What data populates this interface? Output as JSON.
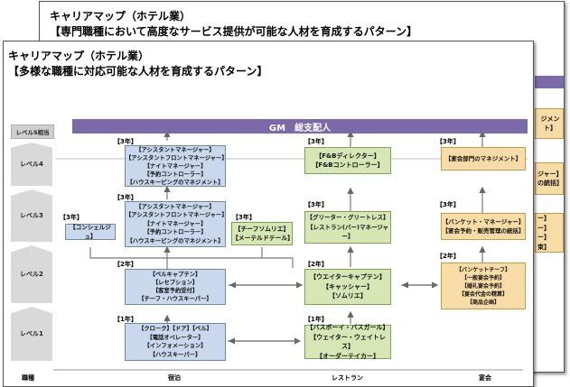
{
  "back_slide": {
    "title": "キャリアマップ（ホテル業）",
    "subtitle": "【専門職種において高度なサービス提供が可能な人材を育成するパターン】",
    "visible_fragments": [
      "ジメント】",
      "ジャー】",
      "の統括】",
      "ー】",
      "ー】",
      "ー】",
      "束】"
    ]
  },
  "front_slide": {
    "title": "キャリアマップ（ホテル業）",
    "subtitle": "【多様な職種に対応可能な人材を育成するパターン】",
    "gm_bar": "GM　総支配人",
    "levels": [
      "レベル5相当",
      "レベル4",
      "レベル3",
      "レベル2",
      "レベル1"
    ],
    "axis": {
      "label": "職種",
      "columns": [
        "宿泊",
        "レストラン",
        "宴会"
      ]
    },
    "years": {
      "lodging_l4": "【3年】",
      "lodging_l3": "【3年】",
      "concierge": "【3年】",
      "lodging_l2": "【2年】",
      "lodging_l1": "【1年】",
      "sommelier": "【3年】",
      "rest_l4": "【3年】",
      "rest_l3": "【3年】",
      "rest_l2": "【2年】",
      "rest_l1": "【1年】",
      "banquet_l4": "【3年】",
      "banquet_l3": "【3年】",
      "banquet_l2": "【2年】"
    },
    "boxes": {
      "lodging_l4": [
        "【アシスタントマネージャー】",
        "【アシスタントフロントマネージャー】",
        "【ナイトマネージャー】",
        "【予約コントローラー】",
        "【ハウスキーピングのマネジメント】"
      ],
      "lodging_l3": [
        "【アシスタントマネージャー】",
        "【アシスタントフロントマネージャー】",
        "【ナイトマネージャー】",
        "【予約コントローラー】",
        "【ハウスキーピングのマネジメント】"
      ],
      "concierge": [
        "【コンシェルジュ】"
      ],
      "lodging_l2": [
        "【ベルキャプテン】",
        "【レセプション】",
        "【客室予約受付】",
        "【チーフ・ハウスキーパー】"
      ],
      "lodging_l1": [
        "【クローク】【ドア】【ベル】",
        "【電話オペレーター】",
        "【インフォメーション】",
        "【ハウスキーパー】"
      ],
      "sommelier": [
        "【チーフソムリエ】",
        "【メーテルドテール】"
      ],
      "rest_l4": [
        "【F&Bディレクター】",
        "【F&Bコントローラー】"
      ],
      "rest_l3": [
        "【グリーター・グリートレス】",
        "【レストラン(バー)マネージャー】"
      ],
      "rest_l2": [
        "【ウエイターキャプテン】",
        "【キャッシャー】",
        "【ソムリエ】"
      ],
      "rest_l1": [
        "【バスボーイ・バスガール】",
        "【ウェイター・ウェイトレス】",
        "【オーダーテイカー】"
      ],
      "banquet_l4": [
        "【宴会部門のマネジメント】"
      ],
      "banquet_l3": [
        "【バンケット・マネージャー】",
        "【宴会予約・販売管理の統括】"
      ],
      "banquet_l2": [
        "【バンケットチーフ】",
        "【一般宴会予約】",
        "【婚礼宴会予約】",
        "【宴会代金の精算】",
        "【商品企画】"
      ]
    }
  },
  "colors": {
    "gm_bar": "#7b6aa8",
    "lodging": "#c9d8ec",
    "restaurant": "#d6e6b4",
    "banquet": "#f8dca6",
    "level_badge": "#d0d0d0"
  }
}
